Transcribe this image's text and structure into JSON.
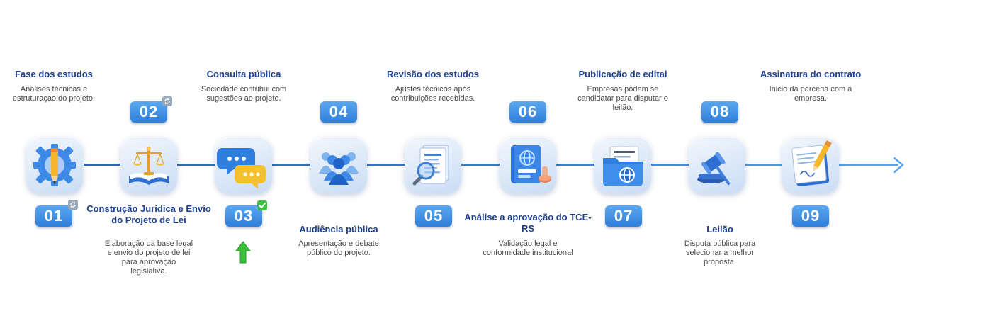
{
  "steps": [
    {
      "number": "01",
      "title": "Fase dos estudos",
      "description": "Análises técnicas e estruturaçao do projeto.",
      "icon": "gear-pencil-icon",
      "status_icon": "refresh-icon"
    },
    {
      "number": "02",
      "title": "Construção Jurídica e Envio do Projeto de Lei",
      "description": "Elaboração da base legal e envio do projeto de lei para aprovação legislativa.",
      "icon": "scales-book-icon",
      "status_icon": "refresh-icon"
    },
    {
      "number": "03",
      "title": "Consulta pública",
      "description": "Sociedade contribui com sugestões ao projeto.",
      "icon": "chat-bubbles-icon",
      "status_icon": "check-icon",
      "marker_icon": "arrow-up-icon"
    },
    {
      "number": "04",
      "title": "Audiência pública",
      "description": "Apresentação e debate público do projeto.",
      "icon": "people-group-icon"
    },
    {
      "number": "05",
      "title": "Revisão dos estudos",
      "description": "Ajustes técnicos após contribuições recebidas.",
      "icon": "document-magnifier-icon"
    },
    {
      "number": "06",
      "title": "Análise a aprovação do TCE-RS",
      "description": "Validação legal e conformidade institucional",
      "icon": "passport-stamp-icon"
    },
    {
      "number": "07",
      "title": "Publicação de edital",
      "description": "Empresas podem se candidatar para disputar o leilão.",
      "icon": "folder-globe-icon"
    },
    {
      "number": "08",
      "title": "Leilão",
      "description": "Disputa pública para selecionar a melhor proposta.",
      "icon": "gavel-icon"
    },
    {
      "number": "09",
      "title": "Assinatura do contrato",
      "description": "Inicio da parceria com a empresa.",
      "icon": "signed-contract-icon"
    }
  ],
  "colors": {
    "title": "#1d3f8f",
    "badge": "#2f7fd9",
    "line": "#3b7fd0",
    "marker": "#3cc13b"
  }
}
